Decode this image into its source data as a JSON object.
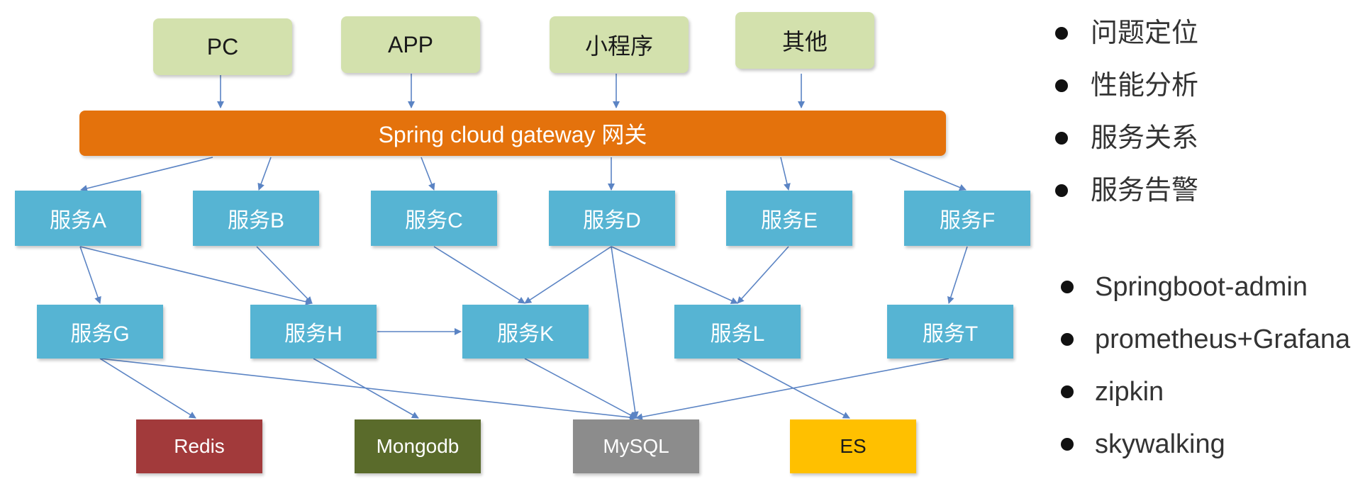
{
  "clients": [
    {
      "id": "pc",
      "label": "PC"
    },
    {
      "id": "app",
      "label": "APP"
    },
    {
      "id": "miniprogram",
      "label": "小程序"
    },
    {
      "id": "other",
      "label": "其他"
    }
  ],
  "gateway": {
    "label": "Spring cloud gateway 网关"
  },
  "services": [
    {
      "id": "a",
      "label": "服务A"
    },
    {
      "id": "b",
      "label": "服务B"
    },
    {
      "id": "c",
      "label": "服务C"
    },
    {
      "id": "d",
      "label": "服务D"
    },
    {
      "id": "e",
      "label": "服务E"
    },
    {
      "id": "f",
      "label": "服务F"
    },
    {
      "id": "g",
      "label": "服务G"
    },
    {
      "id": "h",
      "label": "服务H"
    },
    {
      "id": "k",
      "label": "服务K"
    },
    {
      "id": "l",
      "label": "服务L"
    },
    {
      "id": "t",
      "label": "服务T"
    }
  ],
  "stores": [
    {
      "id": "redis",
      "label": "Redis",
      "color": "#a23a3b"
    },
    {
      "id": "mongodb",
      "label": "Mongodb",
      "color": "#5a6b2b"
    },
    {
      "id": "mysql",
      "label": "MySQL",
      "color": "#8c8c8c"
    },
    {
      "id": "es",
      "label": "ES",
      "color": "#ffc000"
    }
  ],
  "concerns": [
    "问题定位",
    "性能分析",
    "服务关系",
    "服务告警"
  ],
  "tools": [
    "Springboot-admin",
    "prometheus+Grafana",
    "zipkin",
    "skywalking"
  ],
  "colors": {
    "client": "#d3e1ad",
    "gateway": "#e4720c",
    "service": "#56b4d3",
    "arrow": "#5b84c4"
  }
}
